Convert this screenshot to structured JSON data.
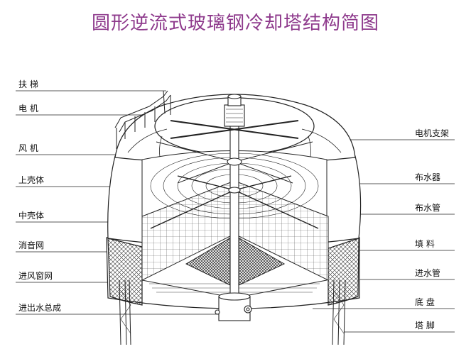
{
  "title": "圆形逆流式玻璃钢冷却塔结构简图",
  "colors": {
    "title": "#8e3a8c",
    "line": "#222222",
    "fill": "#ffffff"
  },
  "labels_left": [
    "扶 梯",
    "电 机",
    "风 机",
    "上壳体",
    "中壳体",
    "消音网",
    "进风窗网",
    "进出水总成"
  ],
  "labels_right": [
    "电机支架",
    "布水器",
    "布水管",
    "填  料",
    "进水管",
    "底  盘",
    "塔  脚"
  ]
}
